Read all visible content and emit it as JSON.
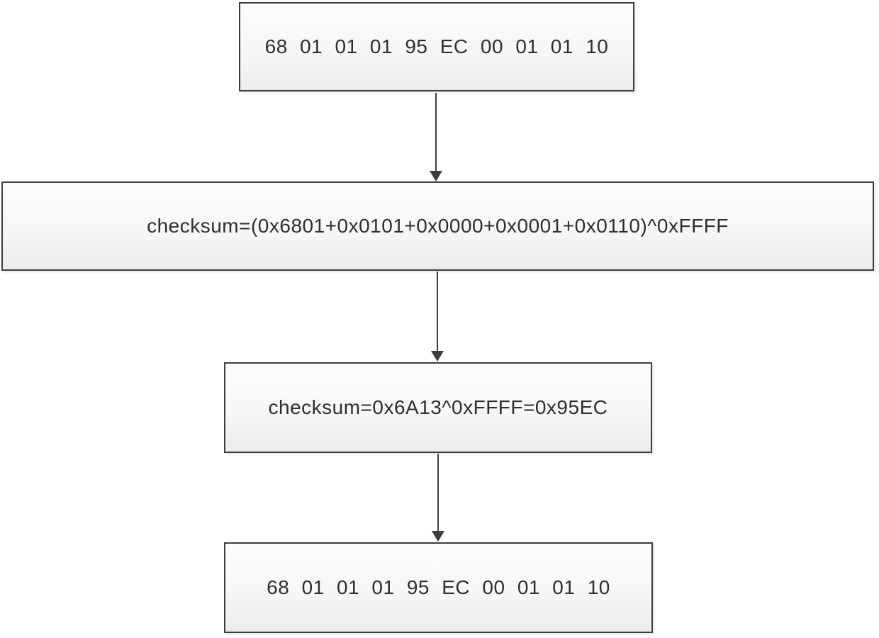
{
  "diagram": {
    "type": "flowchart",
    "direction": "top-down",
    "colors": {
      "background": "#ffffff",
      "node_border": "#3d3d3d",
      "node_fill_top": "#fdfdfd",
      "node_fill_bottom": "#ececec",
      "arrow": "#3d3d3d",
      "text": "#2e2e2e"
    },
    "nodes": [
      {
        "id": "packet-top",
        "label": "68 01 01 01 95 EC 00 01 01 10"
      },
      {
        "id": "checksum-formula",
        "label": "checksum=(0x6801+0x0101+0x0000+0x0001+0x0110)^0xFFFF"
      },
      {
        "id": "checksum-result",
        "label": "checksum=0x6A13^0xFFFF=0x95EC"
      },
      {
        "id": "packet-bottom",
        "label": "68 01 01 01 95 EC 00 01 01 10"
      }
    ],
    "edges": [
      {
        "from": "packet-top",
        "to": "checksum-formula"
      },
      {
        "from": "checksum-formula",
        "to": "checksum-result"
      },
      {
        "from": "checksum-result",
        "to": "packet-bottom"
      }
    ]
  }
}
